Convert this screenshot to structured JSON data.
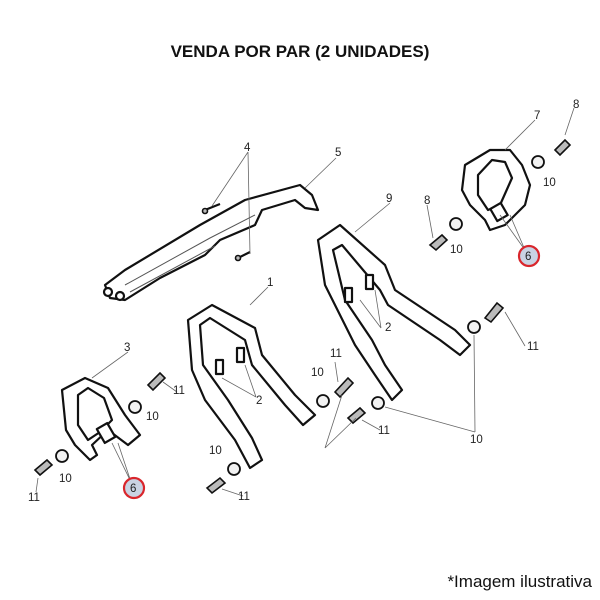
{
  "header": {
    "title": "VENDA POR PAR (2 UNIDADES)"
  },
  "footer": {
    "note": "*Imagem ilustrativa"
  },
  "callouts": {
    "c4": "4",
    "c5": "5",
    "c7": "7",
    "c8a": "8",
    "c10a": "10",
    "c8b": "8",
    "c10b": "10",
    "c6a": "6",
    "c9": "9",
    "c1": "1",
    "c11a": "11",
    "c2a": "2",
    "c3": "3",
    "c11b": "11",
    "c10c": "10",
    "c11c": "11",
    "c2b": "2",
    "c10d": "10",
    "c10e": "10",
    "c11d": "11",
    "c10f": "10",
    "c10g": "10",
    "c11e": "11",
    "c6b": "6",
    "c11f": "11"
  },
  "colors": {
    "highlight_ring": "#d9262c",
    "highlight_fill": "#c9d3e3"
  }
}
